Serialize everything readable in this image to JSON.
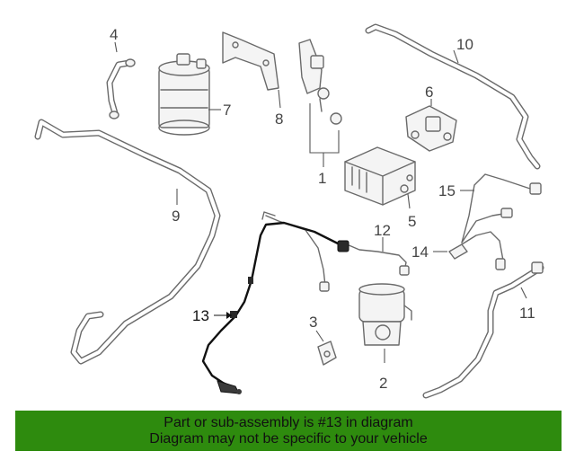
{
  "callouts": {
    "c1": "1",
    "c2": "2",
    "c3": "3",
    "c4": "4",
    "c5": "5",
    "c6": "6",
    "c7": "7",
    "c8": "8",
    "c9": "9",
    "c10": "10",
    "c11": "11",
    "c12": "12",
    "c13": "13",
    "c14": "14",
    "c15": "15"
  },
  "highlighted_part": "13",
  "colors": {
    "banner": "#2e8b0e",
    "line": "#6a6a6a",
    "highlight": "#111111"
  },
  "banner": {
    "line1": "Part or sub-assembly is #13 in diagram",
    "line2": "Diagram may not be specific to your vehicle"
  }
}
